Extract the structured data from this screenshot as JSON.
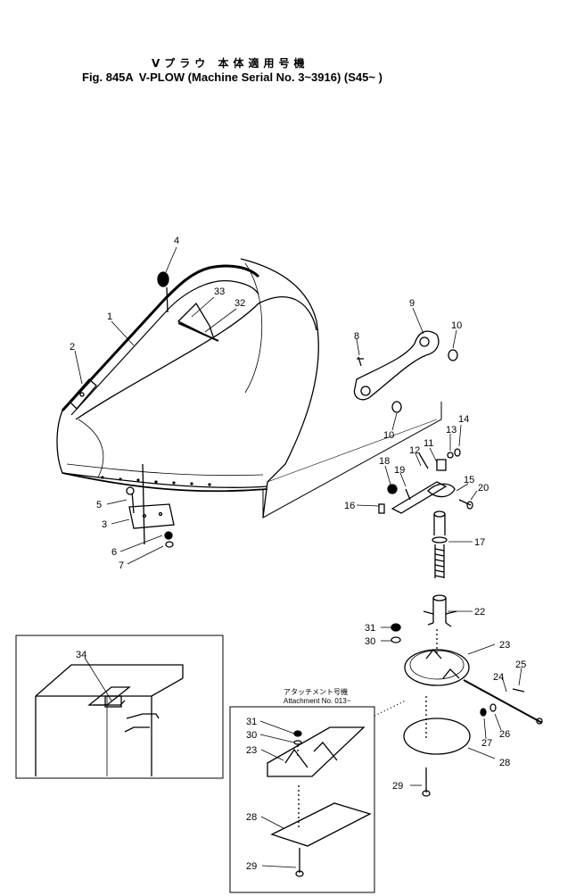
{
  "header": {
    "title_jp": "Vプラウ 本体適用号機",
    "fig_no": "Fig. 845A",
    "title_en": "V-PLOW (Machine Serial No. 3~3916) (S45~ )"
  },
  "attachment_note": {
    "line1": "アタッチメント号機",
    "line2": "Attachment No. 013~"
  },
  "callouts": {
    "c1": "1",
    "c2": "2",
    "c3": "3",
    "c4": "4",
    "c5": "5",
    "c6": "6",
    "c7": "7",
    "c8": "8",
    "c9": "9",
    "c10a": "10",
    "c10b": "10",
    "c11": "11",
    "c12": "12",
    "c13": "13",
    "c14": "14",
    "c15": "15",
    "c16": "16",
    "c17": "17",
    "c18": "18",
    "c19": "19",
    "c20": "20",
    "c22": "22",
    "c23a": "23",
    "c24": "24",
    "c25": "25",
    "c26": "26",
    "c27": "27",
    "c28a": "28",
    "c29a": "29",
    "c30a": "30",
    "c31a": "31",
    "c32": "32",
    "c33": "33",
    "c34": "34",
    "c31b": "31",
    "c30b": "30",
    "c23b": "23",
    "c28b": "28",
    "c29b": "29"
  }
}
